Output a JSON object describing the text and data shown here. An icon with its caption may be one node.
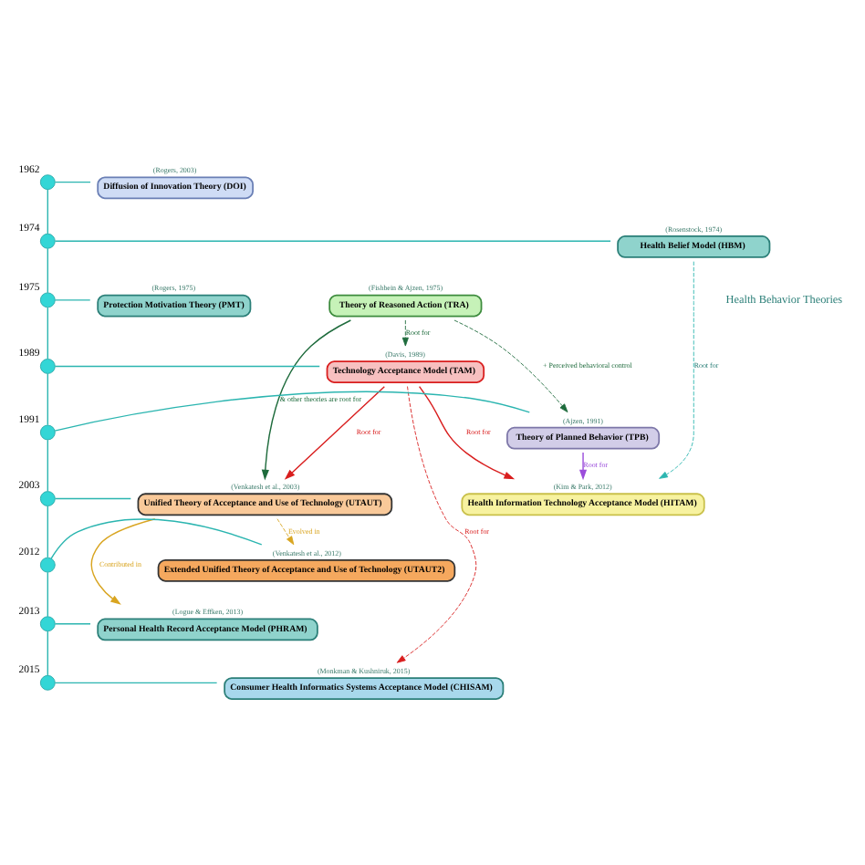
{
  "diagram": {
    "nodes": [
      {
        "text": [],
        "shape": "circle",
        "beside": [
          "1962"
        ]
      },
      {
        "text": [
          "Diffusion of Innovation Theory (DOI)"
        ],
        "beside": [
          "(Rogers, 2003)"
        ]
      },
      {
        "text": [],
        "shape": "circle",
        "beside": [
          "1974"
        ]
      },
      {
        "text": [
          "Health Belief Model (HBM)"
        ],
        "beside": [
          "(Rosenstock, 1974)"
        ]
      },
      {
        "text": [],
        "shape": "circle",
        "beside": [
          "1975"
        ]
      },
      {
        "text": [
          "Protection Motivation Theory (PMT)"
        ],
        "beside": [
          "(Rogers, 1975)"
        ]
      },
      {
        "text": [
          "Theory of Reasoned Action (TRA)"
        ],
        "beside": [
          "(Fishbein & Ajzen, 1975)"
        ]
      },
      {
        "text": [],
        "shape": "circle",
        "beside": [
          "1989"
        ]
      },
      {
        "text": [
          "Technology Acceptance Model (TAM)"
        ],
        "beside": [
          "(Davis, 1989)"
        ]
      },
      {
        "text": [],
        "shape": "circle",
        "beside": [
          "1991"
        ]
      },
      {
        "text": [
          "Theory of Planned Behavior (TPB)"
        ],
        "beside": [
          "(Ajzen, 1991)"
        ]
      },
      {
        "text": [],
        "shape": "circle",
        "beside": [
          "2003"
        ]
      },
      {
        "text": [
          "Unified Theory of Acceptance and Use of Technology (UTAUT)"
        ],
        "beside": [
          "(Venkatesh et al., 2003)"
        ]
      },
      {
        "text": [],
        "shape": "circle",
        "beside": [
          "2012"
        ]
      },
      {
        "text": [
          "Extended Unified Theory of Acceptance and Use of Technology (UTAUT2)"
        ],
        "beside": [
          "(Venkatesh et al., 2012)"
        ]
      },
      {
        "text": [],
        "shape": "circle",
        "beside": [
          "2013"
        ]
      },
      {
        "text": [
          "Personal Health Record Acceptance Model (PHRAM)"
        ],
        "beside": [
          "(Logue & Effken, 2013)"
        ]
      },
      {
        "text": [],
        "shape": "circle",
        "beside": [
          "2015"
        ]
      },
      {
        "text": [
          "Consumer Health Informatics Systems Acceptance Model (CHISAM)"
        ],
        "beside": [
          "(Monkman & Kushniruk, 2015)"
        ]
      },
      {
        "text": [
          "Health Information Technology Acceptance Model (HITAM)"
        ],
        "beside": [
          "(Kim & Park, 2012)"
        ]
      }
    ],
    "edges": [
      {
        "from": 0,
        "to": 2,
        "arrow": "none"
      },
      {
        "from": 2,
        "to": 4,
        "arrow": "none"
      },
      {
        "from": 4,
        "to": 7,
        "arrow": "none"
      },
      {
        "from": 7,
        "to": 9,
        "arrow": "none"
      },
      {
        "from": 9,
        "to": 11,
        "arrow": "none"
      },
      {
        "from": 11,
        "to": 13,
        "arrow": "none"
      },
      {
        "from": 13,
        "to": 15,
        "arrow": "none"
      },
      {
        "from": 15,
        "to": 17,
        "arrow": "none"
      },
      {
        "from": 0,
        "to": 1,
        "arrow": "none"
      },
      {
        "from": 2,
        "to": 3,
        "arrow": "none"
      },
      {
        "from": 4,
        "to": 5,
        "arrow": "none"
      },
      {
        "from": 7,
        "to": 8,
        "arrow": "none"
      },
      {
        "from": 9,
        "to": 10,
        "arrow": "none"
      },
      {
        "from": 11,
        "to": 12,
        "arrow": "none"
      },
      {
        "from": 13,
        "to": 14,
        "arrow": "none"
      },
      {
        "from": 15,
        "to": 16,
        "arrow": "none"
      },
      {
        "from": 17,
        "to": 18,
        "arrow": "none"
      },
      {
        "from": 3,
        "to": 19,
        "arrow": "to",
        "label": "Root for",
        "style": "dashed"
      },
      {
        "from": 6,
        "to": 8,
        "arrow": "to",
        "label": "Root for",
        "style": "dashed",
        "color": "#1e6b3c"
      },
      {
        "from": 6,
        "to": 10,
        "arrow": "to",
        "label": "+ Perceived behavioral control",
        "style": "dashed",
        "color": "#1e6b3c"
      },
      {
        "from": 6,
        "to": 12,
        "arrow": "to",
        "label": "& other theories are root for",
        "color": "#1e6b3c"
      },
      {
        "from": 8,
        "to": 19,
        "arrow": "to",
        "label": "Root for",
        "color": "#d91e1e"
      },
      {
        "from": 8,
        "to": 12,
        "arrow": "to",
        "label": "Root for",
        "color": "#d91e1e"
      },
      {
        "from": 8,
        "to": 18,
        "arrow": "to",
        "label": "Root for",
        "style": "dashed",
        "color": "#d91e1e"
      },
      {
        "from": 10,
        "to": 19,
        "arrow": "to",
        "label": "Root for",
        "color": "#9b4ddb"
      },
      {
        "from": 12,
        "to": 14,
        "arrow": "to",
        "label": "Evolved in",
        "style": "dashed",
        "color": "#d9a521"
      },
      {
        "from": 12,
        "to": 16,
        "arrow": "to",
        "label": "Contributed in",
        "color": "#d9a521"
      }
    ],
    "labels": [
      "Health Behavior Theories"
    ]
  }
}
